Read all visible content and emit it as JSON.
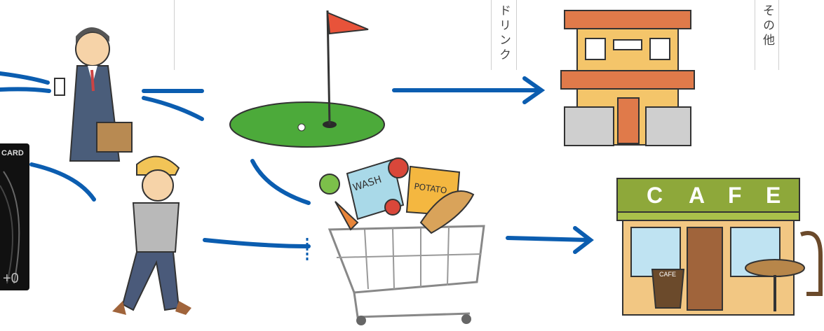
{
  "labels": {
    "drink": "ドリンク",
    "other": "その他"
  },
  "card": {
    "text": "CARD",
    "suffix": "+0"
  },
  "grocery": {
    "wash": "WASH",
    "potato": "POTATO"
  },
  "cafe": {
    "letters": [
      "C",
      "A",
      "F",
      "E"
    ],
    "sign": "CAFE"
  },
  "colors": {
    "arrow": "#0b5db0",
    "green": "#8ea83a",
    "house_roof": "#e07a4a"
  }
}
